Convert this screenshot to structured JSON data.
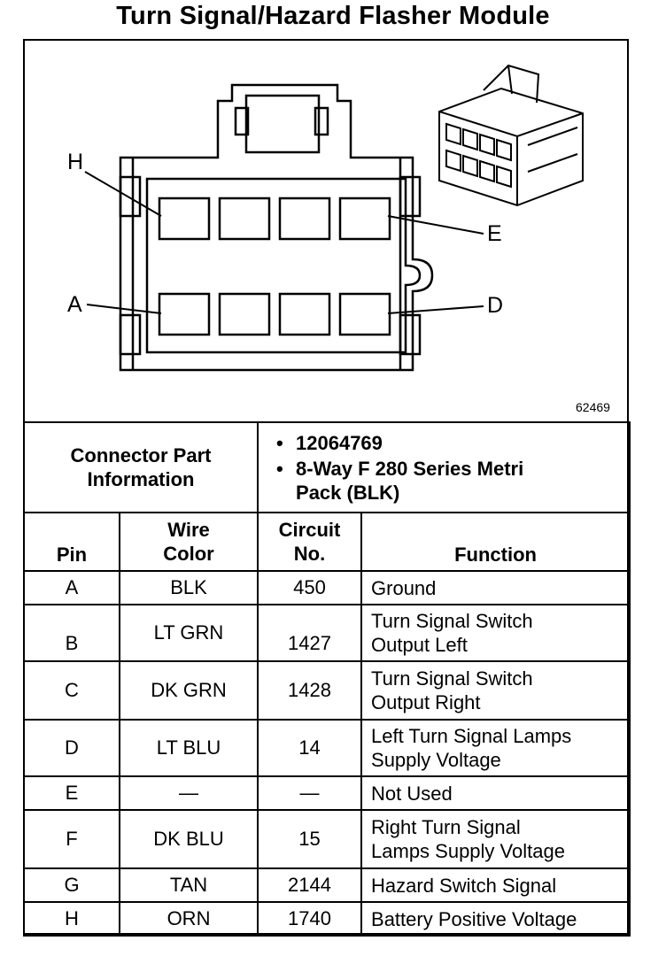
{
  "title": "Turn Signal/Hazard Flasher Module",
  "figure_number": "62469",
  "pin_callouts": [
    "H",
    "E",
    "A",
    "D"
  ],
  "connector_info": {
    "label_line1": "Connector Part",
    "label_line2": "Information",
    "part_number": "12064769",
    "description_line1": "8-Way F 280 Series Metri",
    "description_line2": "Pack (BLK)"
  },
  "table_headers": {
    "pin": "Pin",
    "wire_color_line1": "Wire",
    "wire_color_line2": "Color",
    "circuit_line1": "Circuit",
    "circuit_line2": "No.",
    "function": "Function"
  },
  "rows": [
    {
      "pin": "A",
      "color": "BLK",
      "circuit": "450",
      "function": [
        "Ground"
      ]
    },
    {
      "pin": "B",
      "color": "LT GRN",
      "circuit": "1427",
      "function": [
        "Turn Signal Switch",
        "Output Left"
      ]
    },
    {
      "pin": "C",
      "color": "DK GRN",
      "circuit": "1428",
      "function": [
        "Turn Signal Switch",
        "Output Right"
      ]
    },
    {
      "pin": "D",
      "color": "LT BLU",
      "circuit": "14",
      "function": [
        "Left Turn Signal Lamps",
        "Supply Voltage"
      ]
    },
    {
      "pin": "E",
      "color": "—",
      "circuit": "—",
      "function": [
        "Not Used"
      ]
    },
    {
      "pin": "F",
      "color": "DK BLU",
      "circuit": "15",
      "function": [
        "Right Turn Signal",
        "Lamps Supply Voltage"
      ]
    },
    {
      "pin": "G",
      "color": "TAN",
      "circuit": "2144",
      "function": [
        "Hazard Switch Signal"
      ]
    },
    {
      "pin": "H",
      "color": "ORN",
      "circuit": "1740",
      "function": [
        "Battery Positive Voltage"
      ]
    }
  ]
}
